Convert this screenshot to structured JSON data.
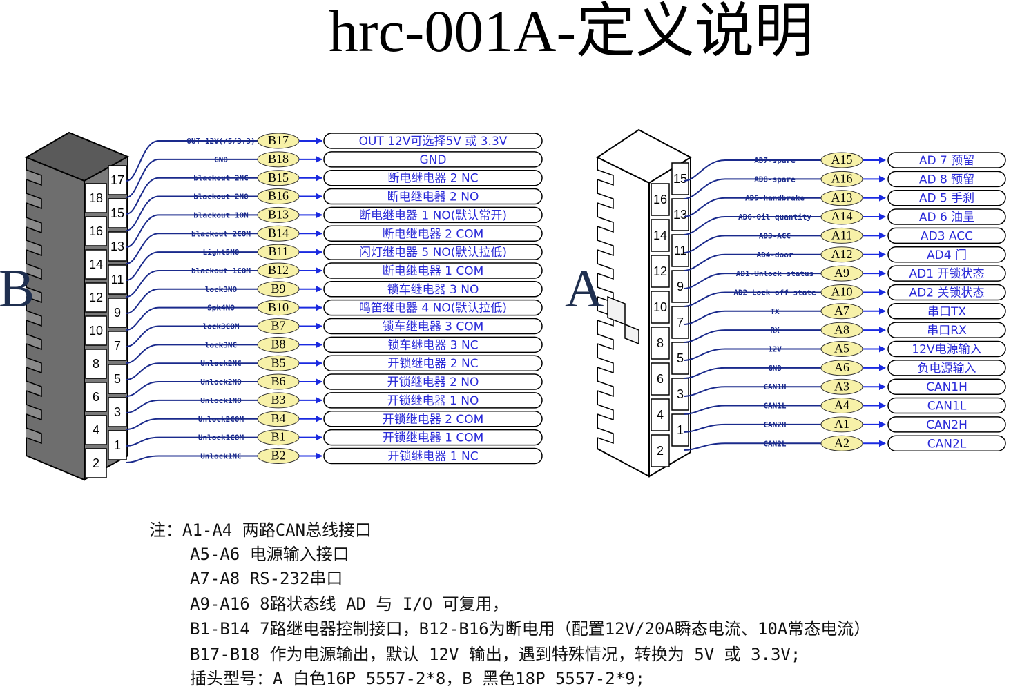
{
  "title": "hrc-001A-定义说明",
  "connector_b": {
    "letter": "B",
    "left_pins": [
      "18",
      "16",
      "14",
      "12",
      "10",
      "8",
      "6",
      "4",
      "2"
    ],
    "right_pins": [
      "17",
      "15",
      "13",
      "11",
      "9",
      "7",
      "5",
      "3",
      "1"
    ],
    "rows": [
      {
        "signal": "OUT 12V(/5/3.3)",
        "pin": "B17",
        "desc": "OUT 12V可选择5V 或 3.3V"
      },
      {
        "signal": "GND",
        "pin": "B18",
        "desc": "GND"
      },
      {
        "signal": "blackout 2NC",
        "pin": "B15",
        "desc": "断电继电器 2 NC"
      },
      {
        "signal": "blackout 2NO",
        "pin": "B16",
        "desc": "断电继电器 2 NO"
      },
      {
        "signal": "blackout 1ON",
        "pin": "B13",
        "desc": "断电继电器 1 NO(默认常开)"
      },
      {
        "signal": "blackout 2COM",
        "pin": "B14",
        "desc": "断电继电器 2 COM"
      },
      {
        "signal": "Light5NO",
        "pin": "B11",
        "desc": "闪灯继电器 5 NO(默认拉低)"
      },
      {
        "signal": "blackout 1COM",
        "pin": "B12",
        "desc": "断电继电器 1 COM"
      },
      {
        "signal": "lock3NO",
        "pin": "B9",
        "desc": "锁车继电器 3 NO"
      },
      {
        "signal": "Spk4NO",
        "pin": "B10",
        "desc": "鸣笛继电器 4 NO(默认拉低)"
      },
      {
        "signal": "lock3COM",
        "pin": "B7",
        "desc": "锁车继电器 3 COM"
      },
      {
        "signal": "lock3NC",
        "pin": "B8",
        "desc": "锁车继电器 3 NC"
      },
      {
        "signal": "Unlock2NC",
        "pin": "B5",
        "desc": "开锁继电器 2 NC"
      },
      {
        "signal": "Unlock2NO",
        "pin": "B6",
        "desc": "开锁继电器 2 NO"
      },
      {
        "signal": "Unlock1NO",
        "pin": "B3",
        "desc": "开锁继电器 1 NO"
      },
      {
        "signal": "Unlock2COM",
        "pin": "B4",
        "desc": "开锁继电器 2 COM"
      },
      {
        "signal": "Unlock1COM",
        "pin": "B1",
        "desc": "开锁继电器 1 COM"
      },
      {
        "signal": "Unlock1NC",
        "pin": "B2",
        "desc": "开锁继电器 1 NC"
      }
    ]
  },
  "connector_a": {
    "letter": "A",
    "left_pins": [
      "16",
      "14",
      "12",
      "10",
      "8",
      "6",
      "4",
      "2"
    ],
    "right_pins": [
      "15",
      "13",
      "11",
      "9",
      "7",
      "5",
      "3",
      "1"
    ],
    "rows": [
      {
        "signal": "AD7-spare",
        "pin": "A15",
        "desc": "AD 7 预留"
      },
      {
        "signal": "AD8-spare",
        "pin": "A16",
        "desc": "AD 8 预留"
      },
      {
        "signal": "AD5-handbrake",
        "pin": "A13",
        "desc": "AD 5 手刹"
      },
      {
        "signal": "AD6-Oil quantity",
        "pin": "A14",
        "desc": "AD 6 油量"
      },
      {
        "signal": "AD3-ACC",
        "pin": "A11",
        "desc": "AD3 ACC"
      },
      {
        "signal": "AD4-door",
        "pin": "A12",
        "desc": "AD4 门"
      },
      {
        "signal": "AD1-Unlock status",
        "pin": "A9",
        "desc": "AD1 开锁状态"
      },
      {
        "signal": "AD2-Lock off state",
        "pin": "A10",
        "desc": "AD2 关锁状态"
      },
      {
        "signal": "TX",
        "pin": "A7",
        "desc": "串口TX"
      },
      {
        "signal": "RX",
        "pin": "A8",
        "desc": "串口RX"
      },
      {
        "signal": "12V",
        "pin": "A5",
        "desc": "12V电源输入"
      },
      {
        "signal": "GND",
        "pin": "A6",
        "desc": "负电源输入"
      },
      {
        "signal": "CAN1H",
        "pin": "A3",
        "desc": "CAN1H"
      },
      {
        "signal": "CAN1L",
        "pin": "A4",
        "desc": "CAN1L"
      },
      {
        "signal": "CAN2H",
        "pin": "A1",
        "desc": "CAN2H"
      },
      {
        "signal": "CAN2L",
        "pin": "A2",
        "desc": "CAN2L"
      }
    ]
  },
  "notes": [
    "注：A1-A4 两路CAN总线接口",
    "A5-A6 电源输入接口",
    "A7-A8 RS-232串口",
    "A9-A16 8路状态线 AD 与 I/O 可复用，",
    "B1-B14 7路继电器控制接口，B12-B16为断电用（配置12V/20A瞬态电流、10A常态电流）",
    "B17-B18 作为电源输出，默认 12V 输出，遇到特殊情况，转换为 5V 或 3.3V;",
    "插头型号：A 白色16P  5557-2*8，B 黑色18P  5557-2*9;"
  ],
  "colors": {
    "pin_fill": "#f7f1a8",
    "line": "#1a2a8c",
    "arrow": "#1a2ae0",
    "desc_text": "#2a2ad8",
    "connector_b_fill": "#6e6e6e",
    "connector_a_fill": "#ffffff"
  }
}
